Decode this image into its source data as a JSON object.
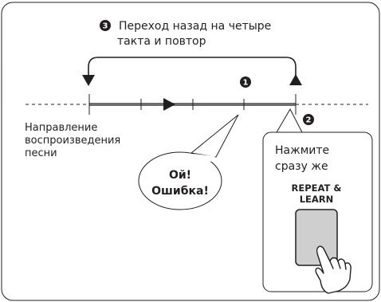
{
  "step3": {
    "number": "3",
    "line1": "Переход назад на четыре",
    "line2": "такта и повтор"
  },
  "step1": {
    "number": "1"
  },
  "step2": {
    "number": "2"
  },
  "direction_label": {
    "line1": "Направление",
    "line2": "воспроизведения",
    "line3": "песни"
  },
  "error_bubble": {
    "line1": "Ой!",
    "line2": "Ошибка!"
  },
  "callout": {
    "line1": "Нажмите",
    "line2": "сразу же"
  },
  "button": {
    "line1": "REPEAT &",
    "line2": "LEARN",
    "color": "#cfcfcf"
  },
  "colors": {
    "line": "#231f20",
    "track": "#6d6e71",
    "badge": "#231f20"
  }
}
